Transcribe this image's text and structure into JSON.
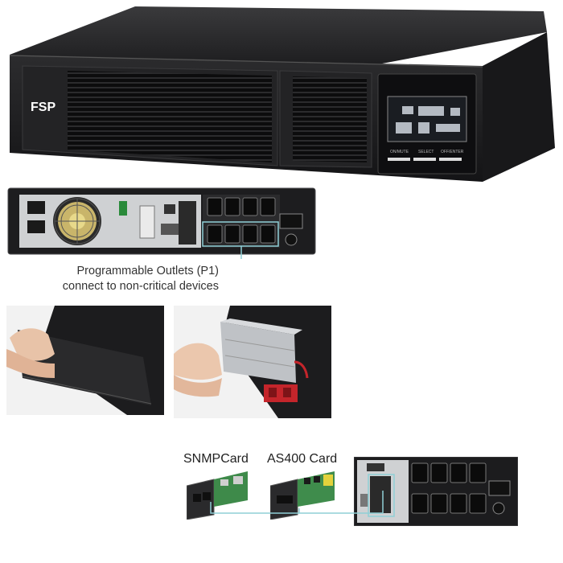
{
  "front_panel": {
    "brand": "FSP",
    "button_labels": [
      "ON/MUTE",
      "SELECT",
      "OFF/ENTER"
    ]
  },
  "outlets_callout": {
    "line1": "Programmable Outlets (P1)",
    "line2": "connect to non-critical devices"
  },
  "cards": {
    "snmp_label": "SNMPCard",
    "as400_label": "AS400 Card"
  },
  "colors": {
    "callout_line": "#8fcfd6",
    "housing": "#1c1c1e",
    "battery_connector": "#c4252b"
  }
}
